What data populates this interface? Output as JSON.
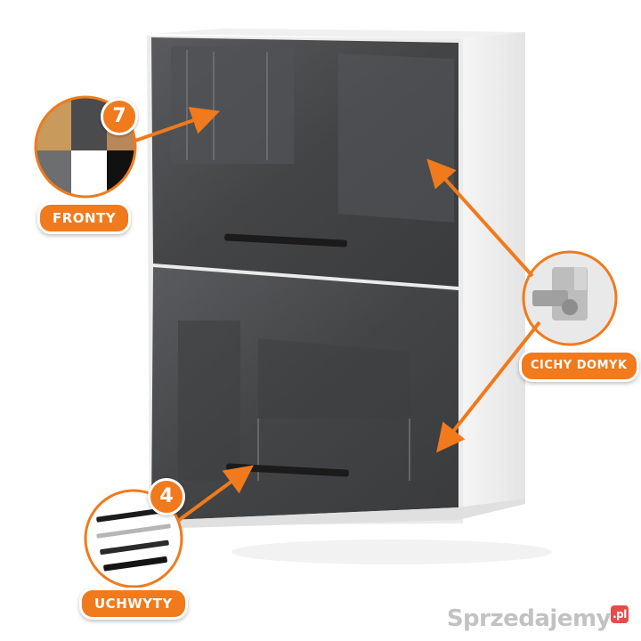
{
  "callouts": {
    "fronty": {
      "label": "FRONTY",
      "count": "7"
    },
    "hinge": {
      "label": "CICHY DOMYK"
    },
    "handles": {
      "label": "UCHWYTY",
      "count": "4"
    }
  },
  "watermark": {
    "text": "Sprzedajemy",
    "tld": ".pl"
  },
  "colors": {
    "accent": "#f07a1c",
    "cabinet_front": "#4a4b4d",
    "cabinet_body": "#f4f4f4",
    "handle": "#1b1b1b"
  }
}
